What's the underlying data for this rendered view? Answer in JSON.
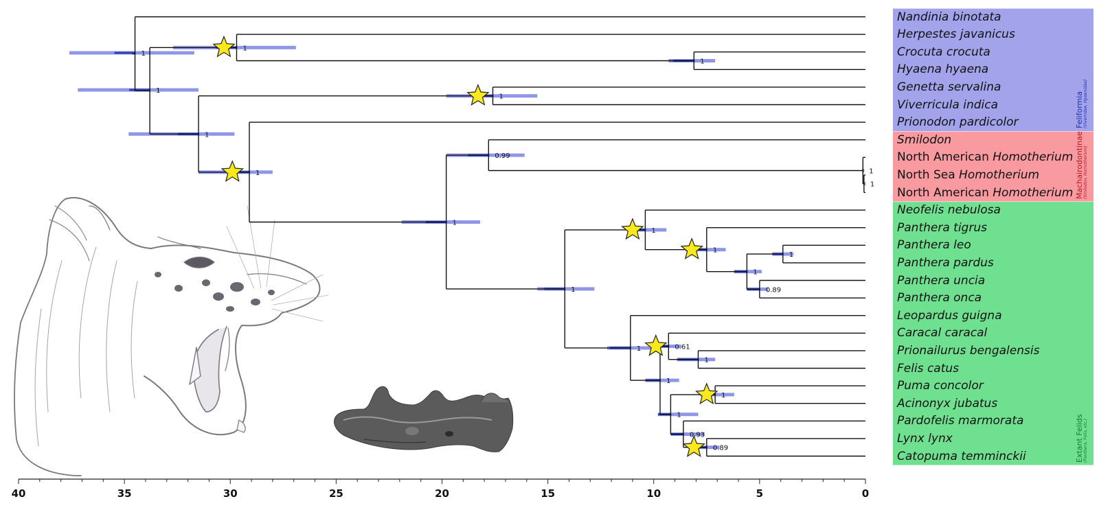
{
  "axis": {
    "direction": "reversed",
    "min": 0,
    "max": 40,
    "ticks": [
      "40",
      "35",
      "30",
      "25",
      "20",
      "15",
      "10",
      "5",
      "0"
    ],
    "tick_values": [
      40,
      35,
      30,
      25,
      20,
      15,
      10,
      5,
      0
    ]
  },
  "taxa": [
    {
      "prefix": "",
      "italic": "Nandinia binotata",
      "group": "feliformia"
    },
    {
      "prefix": "",
      "italic": "Herpestes javanicus",
      "group": "feliformia"
    },
    {
      "prefix": "",
      "italic": "Crocuta crocuta",
      "group": "feliformia"
    },
    {
      "prefix": "",
      "italic": "Hyaena hyaena",
      "group": "feliformia"
    },
    {
      "prefix": "",
      "italic": "Genetta servalina",
      "group": "feliformia"
    },
    {
      "prefix": "",
      "italic": "Viverricula indica",
      "group": "feliformia"
    },
    {
      "prefix": "",
      "italic": "Prionodon pardicolor",
      "group": "feliformia"
    },
    {
      "prefix": "",
      "italic": "Smilodon",
      "group": "machairodontinae"
    },
    {
      "prefix": "North American ",
      "italic": "Homotherium",
      "group": "machairodontinae"
    },
    {
      "prefix": "North Sea ",
      "italic": "Homotherium",
      "group": "machairodontinae"
    },
    {
      "prefix": "North American ",
      "italic": "Homotherium",
      "group": "machairodontinae"
    },
    {
      "prefix": "",
      "italic": "Neofelis nebulosa",
      "group": "extant"
    },
    {
      "prefix": "",
      "italic": "Panthera tigrus",
      "group": "extant"
    },
    {
      "prefix": "",
      "italic": "Panthera leo",
      "group": "extant"
    },
    {
      "prefix": "",
      "italic": "Panthera pardus",
      "group": "extant"
    },
    {
      "prefix": "",
      "italic": "Panthera uncia",
      "group": "extant"
    },
    {
      "prefix": "",
      "italic": "Panthera onca",
      "group": "extant"
    },
    {
      "prefix": "",
      "italic": "Leopardus guigna",
      "group": "extant"
    },
    {
      "prefix": "",
      "italic": "Caracal caracal",
      "group": "extant"
    },
    {
      "prefix": "",
      "italic": "Prionailurus bengalensis",
      "group": "extant"
    },
    {
      "prefix": "",
      "italic": "Felis catus",
      "group": "extant"
    },
    {
      "prefix": "",
      "italic": "Puma concolor",
      "group": "extant"
    },
    {
      "prefix": "",
      "italic": "Acinonyx jubatus",
      "group": "extant"
    },
    {
      "prefix": "",
      "italic": "Pardofelis marmorata",
      "group": "extant"
    },
    {
      "prefix": "",
      "italic": "Lynx lynx",
      "group": "extant"
    },
    {
      "prefix": "",
      "italic": "Catopuma temminckii",
      "group": "extant"
    }
  ],
  "groups": {
    "feliformia": {
      "label": "Feliformia",
      "sub": "(Viverridae, Hyaenidae)",
      "color": "#a3a3ec",
      "text_color": "#1a2fb0"
    },
    "machairodontinae": {
      "label": "Machairodontinae",
      "sub": "(Smilodon, Homotherium)",
      "color": "#f89aa0",
      "text_color": "#c0141c"
    },
    "extant": {
      "label": "Extant Felids",
      "sub": "(Panthera, Felis, etc.)",
      "color": "#6fe08f",
      "text_color": "#137a2e"
    }
  },
  "nodes": [
    {
      "id": "n_root",
      "age": 34.5,
      "hpd": [
        37.6,
        31.7
      ],
      "support": "1",
      "star": false
    },
    {
      "id": "n_herp_hyaen",
      "age": 29.7,
      "hpd": [
        32.7,
        26.9
      ],
      "support": "1",
      "star": true,
      "star_age": 30.3
    },
    {
      "id": "n_hyaenid",
      "age": 8.1,
      "hpd": [
        9.3,
        7.1
      ],
      "support": "1",
      "star": false
    },
    {
      "id": "n_viv_fel",
      "age": 34.1,
      "hpd": [
        37.2,
        31.5
      ],
      "support": "1",
      "star": false
    },
    {
      "id": "n_viverrid",
      "age": 17.6,
      "hpd": [
        19.8,
        15.5
      ],
      "support": "1",
      "star": true,
      "star_age": 18.3
    },
    {
      "id": "n_prio_fel",
      "age": 31.5,
      "hpd": [
        34.8,
        29.8
      ],
      "support": "1",
      "star": false
    },
    {
      "id": "n_felidae",
      "age": 29.1,
      "hpd": [
        31.5,
        28.0
      ],
      "support": "1",
      "star": true,
      "star_age": 29.9
    },
    {
      "id": "n_felinae_mach",
      "age": 19.8,
      "hpd": [
        21.9,
        18.2
      ],
      "support": "1",
      "star": false
    },
    {
      "id": "n_mach",
      "age": 17.8,
      "hpd": [
        19.8,
        16.1
      ],
      "support": "0.99",
      "star": false
    },
    {
      "id": "n_homo",
      "age": 0.12,
      "hpd": [
        0.15,
        0.08
      ],
      "support": "1",
      "star": false
    },
    {
      "id": "n_homo2",
      "age": 0.07,
      "hpd": [
        0.09,
        0.05
      ],
      "support": "1",
      "star": false
    },
    {
      "id": "n_crown",
      "age": 14.2,
      "hpd": [
        15.5,
        12.8
      ],
      "support": "1",
      "star": false
    },
    {
      "id": "n_pantherinae",
      "age": 10.4,
      "hpd": [
        11.2,
        9.4
      ],
      "support": "1",
      "star": true,
      "star_age": 11.0
    },
    {
      "id": "n_panthera",
      "age": 7.5,
      "hpd": [
        8.5,
        6.6
      ],
      "support": "1",
      "star": true,
      "star_age": 8.2
    },
    {
      "id": "n_pan_inner",
      "age": 5.6,
      "hpd": [
        6.2,
        4.9
      ],
      "support": "1",
      "star": false
    },
    {
      "id": "n_leo_pardus",
      "age": 3.9,
      "hpd": [
        4.4,
        3.4
      ],
      "support": "1",
      "star": false
    },
    {
      "id": "n_uncia_onca",
      "age": 5.0,
      "hpd": [
        5.6,
        4.6
      ],
      "support": "0.89",
      "star": false
    },
    {
      "id": "n_felinae",
      "age": 11.1,
      "hpd": [
        12.2,
        10.1
      ],
      "support": "1",
      "star": false
    },
    {
      "id": "n_car_felis",
      "age": 9.3,
      "hpd": [
        10.0,
        8.7
      ],
      "support": "0.61",
      "star": true,
      "star_age": 9.9
    },
    {
      "id": "n_prio_felis",
      "age": 7.9,
      "hpd": [
        8.9,
        7.1
      ],
      "support": "1",
      "star": false
    },
    {
      "id": "n_puma_lynx",
      "age": 9.7,
      "hpd": [
        10.4,
        8.8
      ],
      "support": "1",
      "star": false
    },
    {
      "id": "n_puma_lynx2",
      "age": 9.2,
      "hpd": [
        9.8,
        7.9
      ],
      "support": "1",
      "star": false
    },
    {
      "id": "n_puma_acin",
      "age": 7.1,
      "hpd": [
        7.8,
        6.2
      ],
      "support": "1",
      "star": true,
      "star_age": 7.5
    },
    {
      "id": "n_pard_lynx",
      "age": 8.6,
      "hpd": [
        9.2,
        7.6
      ],
      "support": "0.93",
      "star": false
    },
    {
      "id": "n_lynx_cato",
      "age": 7.5,
      "hpd": [
        8.2,
        6.9
      ],
      "support": "0.89",
      "star": true,
      "star_age": 8.1
    }
  ],
  "colors": {
    "hpd_bar": "#8f96e8",
    "hpd_core": "#2f3fb0",
    "star_fill": "#f8e81c",
    "branch": "#111111"
  }
}
